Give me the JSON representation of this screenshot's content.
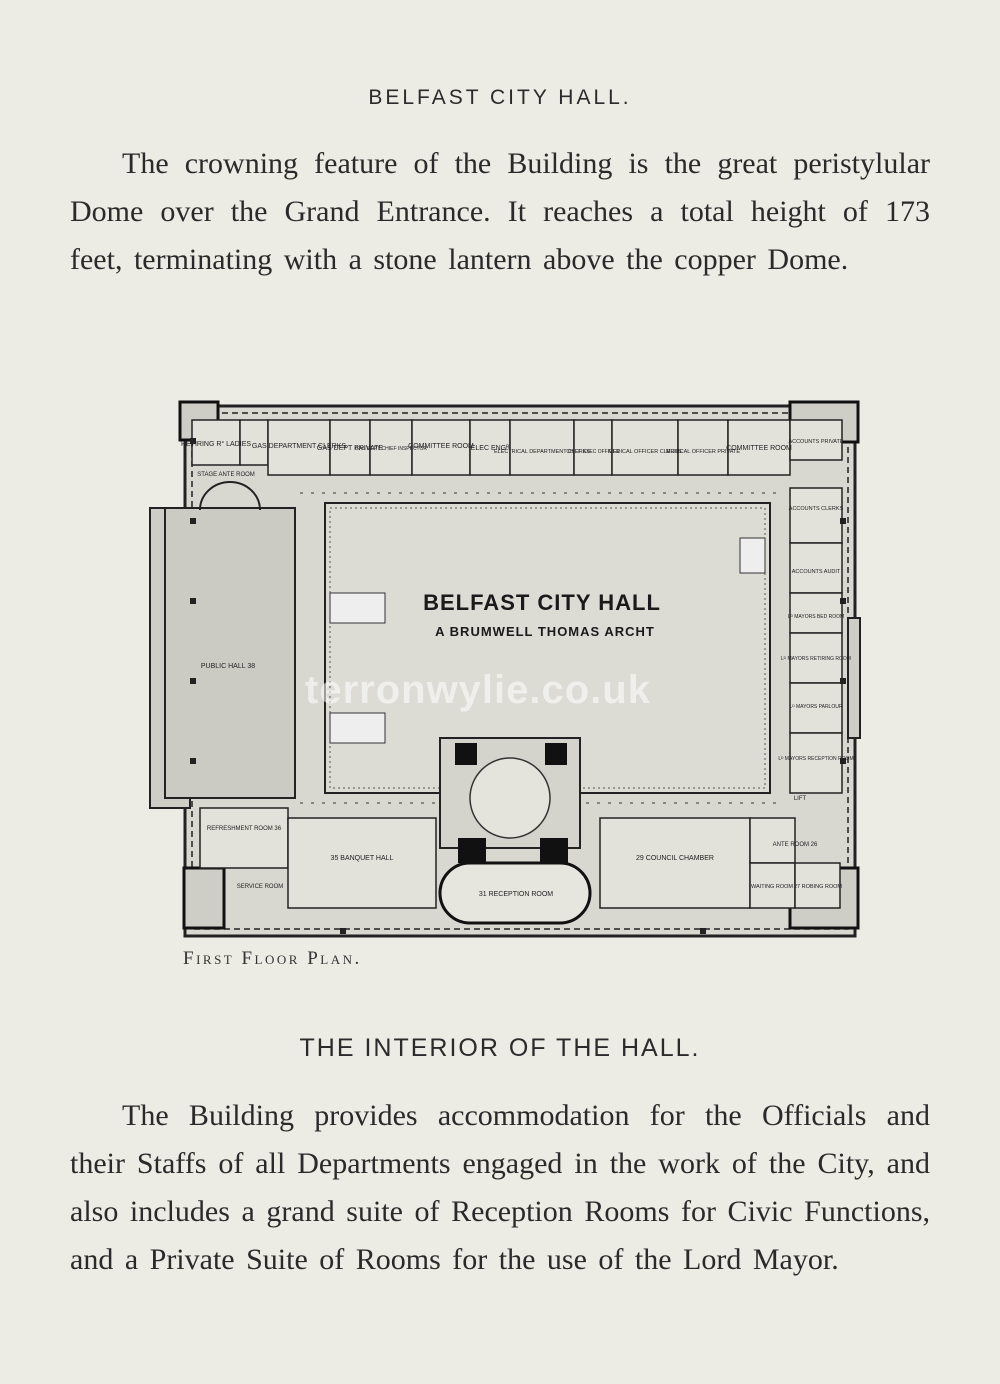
{
  "header": {
    "title": "BELFAST CITY HALL."
  },
  "intro": {
    "text": "The crowning feature of the Building is the great peristylular Dome over the Grand Entrance.  It reaches a total height of 173 feet, terminating with a stone lantern above the copper Dome."
  },
  "plan": {
    "title": "BELFAST CITY HALL",
    "architect": "A BRUMWELL THOMAS ARCHT",
    "caption": "First Floor Plan.",
    "watermark": "terronwylie.co.uk",
    "rooms": {
      "retiring": "RETIRING R° LADIES",
      "gas_clerks": "GAS DEPARTMENT CLERKS",
      "gas_private": "GAS DEPT PRIVATE",
      "gas_inspector": "GAS DEPT CHIEF INSPECTOR",
      "committee1": "COMMITTEE ROOM",
      "elec_eng": "ELEC ENGᴿ",
      "elec_clerks": "ELECTRICAL DEPARTMENT CLERKS",
      "chief_exec": "CHIEF EXEC OFFICER",
      "med_clerks": "MEDICAL OFFICER CLERKS",
      "med_private": "MEDICAL OFFICER PRIVATE",
      "committee2": "COMMITTEE ROOM",
      "accounts_private": "ACCOUNTS PRIVATE",
      "accounts_clerks": "ACCOUNTS CLERKS",
      "accounts_audit": "ACCOUNTS AUDIT",
      "lm_bedroom": "Lᴰ MAYORS BED ROOM",
      "lm_retiring": "Lᴰ MAYORS RETIRING ROOM",
      "lm_parlour": "Lᴰ MAYORS PARLOUR",
      "lm_reception": "Lᴰ MAYORS RECEPTION ROOM",
      "stage": "STAGE ANTE ROOM",
      "public_hall": "PUBLIC HALL 38",
      "refreshment": "REFRESHMENT ROOM 36",
      "service": "SERVICE ROOM",
      "banquet": "35 BANQUET HALL",
      "reception": "31 RECEPTION ROOM",
      "council": "29 COUNCIL CHAMBER",
      "ante": "ANTE ROOM 26",
      "waiting": "WAITING ROOM",
      "robing": "27 ROBING ROOM",
      "lift": "LIFT"
    }
  },
  "section": {
    "title": "THE INTERIOR OF THE HALL."
  },
  "body": {
    "text": "The Building provides accommodation for the Officials and their Staffs of all Departments engaged in the work of the City, and also includes a grand suite of Reception Rooms for Civic Functions, and a Private Suite of Rooms for the use of the Lord Mayor."
  }
}
